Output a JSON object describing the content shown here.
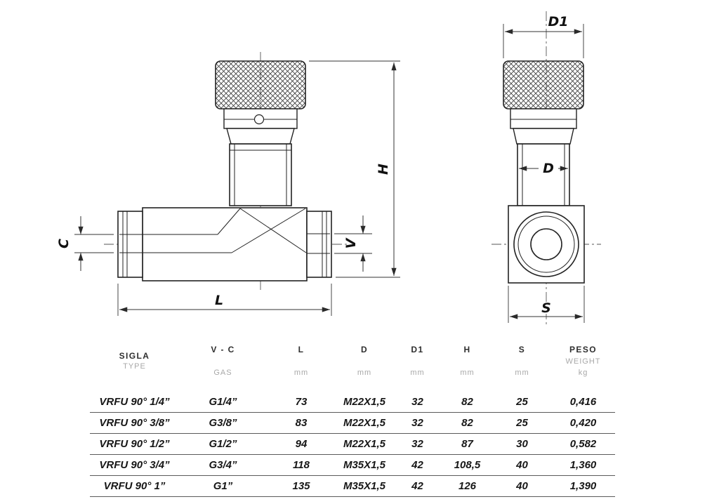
{
  "drawing": {
    "labels": {
      "c": "C",
      "v": "V",
      "l": "L",
      "h": "H",
      "d1": "D1",
      "d": "D",
      "s": "S"
    }
  },
  "table": {
    "headers": [
      {
        "line1": "SIGLA",
        "line2": "TYPE"
      },
      {
        "line1": "V - C",
        "line2": "GAS"
      },
      {
        "line1": "L",
        "line2": "mm"
      },
      {
        "line1": "D",
        "line2": "mm"
      },
      {
        "line1": "D1",
        "line2": "mm"
      },
      {
        "line1": "H",
        "line2": "mm"
      },
      {
        "line1": "S",
        "line2": "mm"
      },
      {
        "line1": "PESO",
        "line2": "WEIGHT",
        "line3": "kg"
      }
    ],
    "rows": [
      [
        "VRFU 90° 1/4”",
        "G1/4”",
        "73",
        "M22X1,5",
        "32",
        "82",
        "25",
        "0,416"
      ],
      [
        "VRFU 90° 3/8”",
        "G3/8”",
        "83",
        "M22X1,5",
        "32",
        "82",
        "25",
        "0,420"
      ],
      [
        "VRFU 90° 1/2”",
        "G1/2”",
        "94",
        "M22X1,5",
        "32",
        "87",
        "30",
        "0,582"
      ],
      [
        "VRFU 90° 3/4”",
        "G3/4”",
        "118",
        "M35X1,5",
        "42",
        "108,5",
        "40",
        "1,360"
      ],
      [
        "VRFU 90° 1”",
        "G1”",
        "135",
        "M35X1,5",
        "42",
        "126",
        "40",
        "1,390"
      ]
    ]
  }
}
